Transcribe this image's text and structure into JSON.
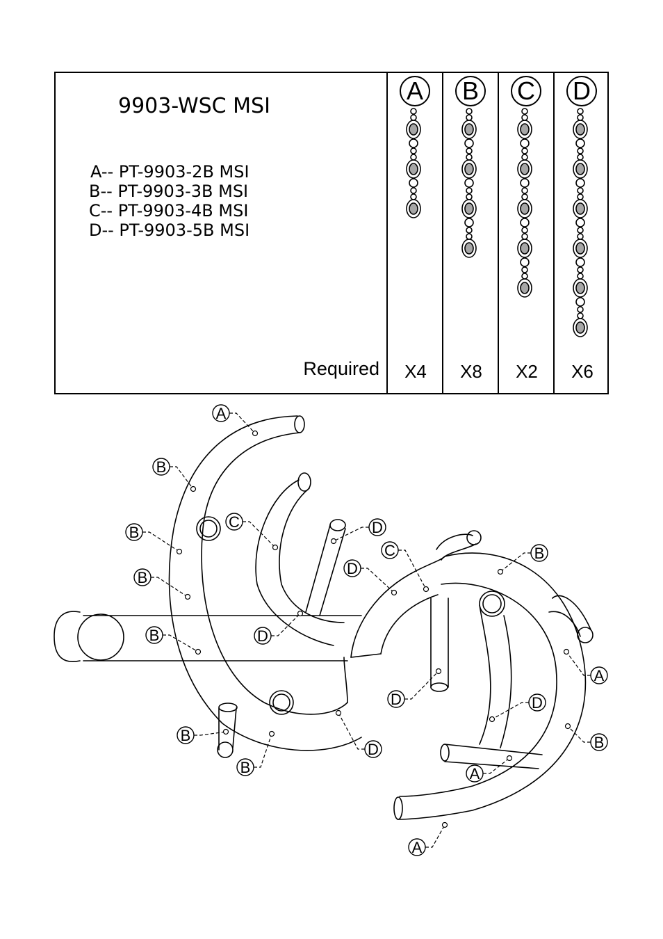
{
  "title": "9903-WSC MSI",
  "parts": [
    "A-- PT-9903-2B MSI",
    "B-- PT-9903-3B MSI",
    "C-- PT-9903-4B MSI",
    "D-- PT-9903-5B MSI"
  ],
  "required_label": "Required",
  "columns": [
    {
      "letter": "A",
      "qty": "X4",
      "large_beads": 3
    },
    {
      "letter": "B",
      "qty": "X8",
      "large_beads": 4
    },
    {
      "letter": "C",
      "qty": "X2",
      "large_beads": 5
    },
    {
      "letter": "D",
      "qty": "X6",
      "large_beads": 6
    }
  ],
  "callouts": [
    "A",
    "B",
    "B",
    "B",
    "B",
    "C",
    "D",
    "C",
    "D",
    "B",
    "D",
    "A",
    "D",
    "D",
    "B",
    "B",
    "D",
    "A",
    "B",
    "A"
  ]
}
